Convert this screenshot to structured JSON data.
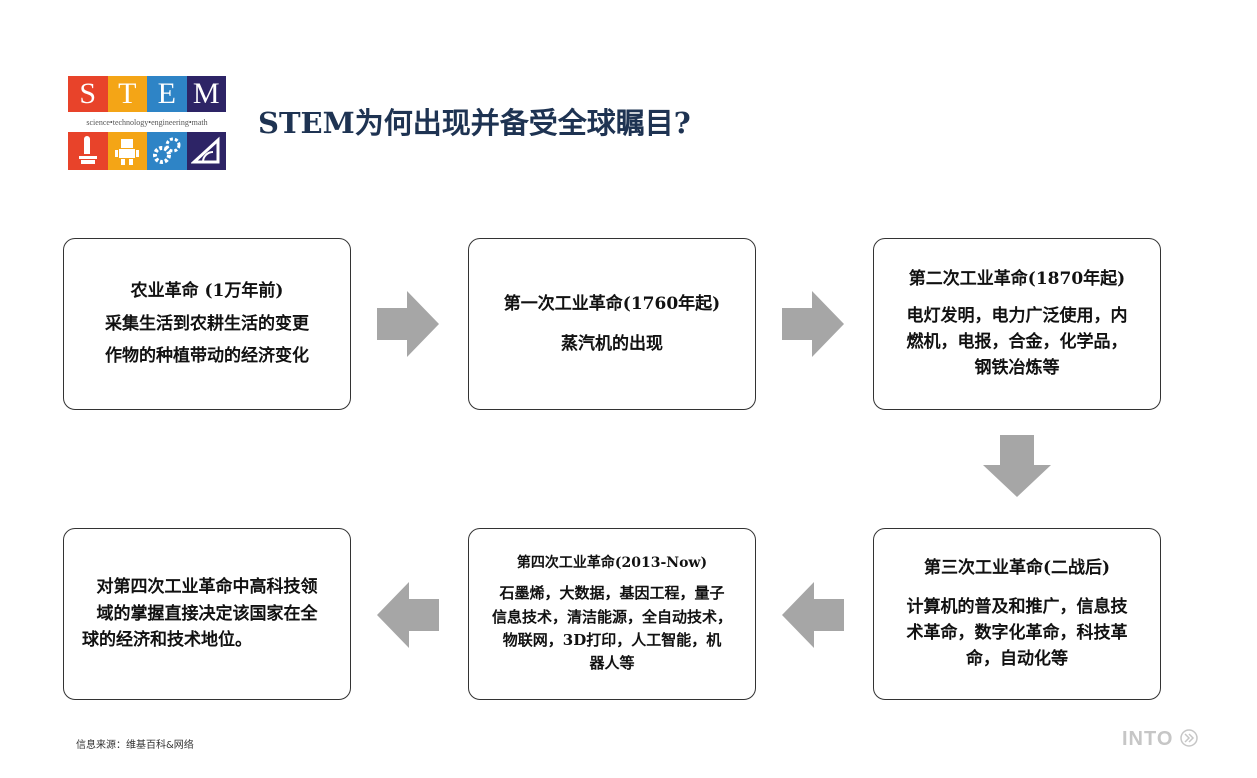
{
  "logo": {
    "letters": [
      "S",
      "T",
      "E",
      "M"
    ],
    "tagline": "science•technology•engineering•math",
    "colors": [
      "#e8432a",
      "#f4a516",
      "#2e84c6",
      "#2d2466"
    ],
    "icons": [
      "microscope-icon",
      "robot-icon",
      "gears-icon",
      "ruler-protractor-icon"
    ]
  },
  "title": "STEM为何出现并备受全球瞩目?",
  "boxes": {
    "agri": {
      "title": "农业革命 (1万年前)",
      "line1": "采集生活到农耕生活的变更",
      "line2": "作物的种植带动的经济变化"
    },
    "first": {
      "title": "第一次工业革命(1760年起)",
      "line1": "蒸汽机的出现"
    },
    "second": {
      "title": "第二次工业革命(1870年起)",
      "line1": "电灯发明，电力广泛使用，内",
      "line2": "燃机，电报，合金，化学品，",
      "line3": "钢铁冶炼等"
    },
    "third": {
      "title": "第三次工业革命(二战后)",
      "line1": "计算机的普及和推广，信息技",
      "line2": "术革命，数字化革命，科技革",
      "line3": "命，自动化等"
    },
    "fourth": {
      "title": "第四次工业革命(2013-Now)",
      "line1": "石墨烯，大数据，基因工程，量子",
      "line2": "信息技术，清洁能源，全自动技术，",
      "line3": "物联网，3D打印，人工智能，机",
      "line4": "器人等"
    },
    "conclusion": {
      "line1": "对第四次工业革命中高科技领",
      "line2": "域的掌握直接决定该国家在全",
      "line3": "球的经济和技术地位。"
    }
  },
  "source": "信息来源：维基百科&网络",
  "brand": "INTO",
  "arrow_color": "#a6a6a6",
  "title_color": "#1e3352"
}
